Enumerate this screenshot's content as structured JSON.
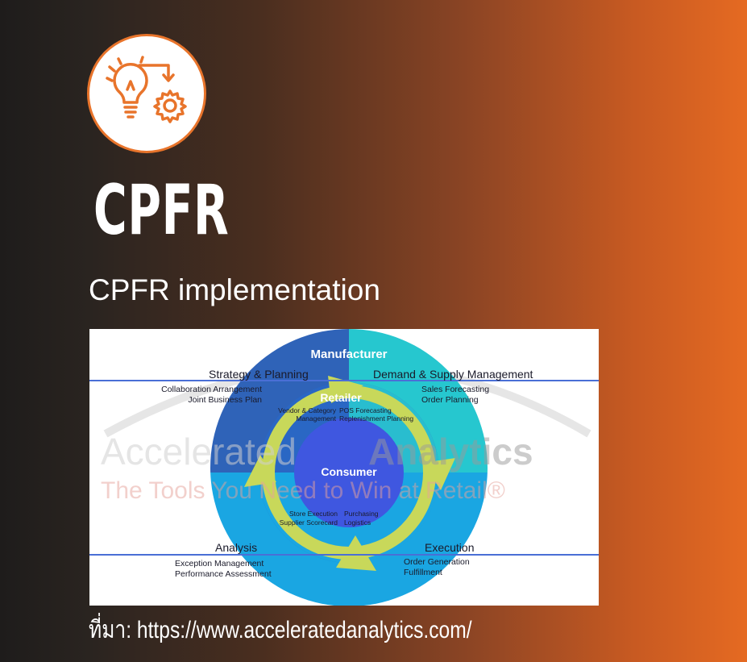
{
  "header": {
    "icon": "lightbulb-gear-icon",
    "title": "CPFR",
    "subtitle": "CPFR implementation"
  },
  "diagram": {
    "watermark": {
      "line1_left": "Accelerated",
      "line1_right": "Analytics",
      "line2": "The Tools You Need to Win at Retail®"
    },
    "rings": {
      "outer": "Manufacturer",
      "middle": "Retailer",
      "center": "Consumer"
    },
    "quadrants": {
      "top_left": {
        "title": "Strategy & Planning",
        "items": [
          "Collaboration Arrangement",
          "Joint Business Plan"
        ],
        "retailer_items": [
          "Vendor & Category",
          "Management"
        ]
      },
      "top_right": {
        "title": "Demand & Supply Management",
        "items": [
          "Sales Forecasting",
          "Order Planning"
        ],
        "retailer_items": [
          "POS Forecasting",
          "Replenishment Planning"
        ]
      },
      "bottom_left": {
        "title": "Analysis",
        "items": [
          "Exception Management",
          "Performance Assessment"
        ],
        "retailer_items": [
          "Store Execution",
          "Supplier Scorecard"
        ]
      },
      "bottom_right": {
        "title": "Execution",
        "items": [
          "Order Generation",
          "Fulfillment"
        ],
        "retailer_items": [
          "Purchasing",
          "Logistics"
        ]
      }
    },
    "colors": {
      "outer_dark": "#2f63b8",
      "outer_light": "#1fc0d4",
      "arrow": "#c8d85a",
      "guide_lines": "#4a6fd6"
    }
  },
  "footer": {
    "source": "ที่มา: https://www.acceleratedanalytics.com/"
  }
}
